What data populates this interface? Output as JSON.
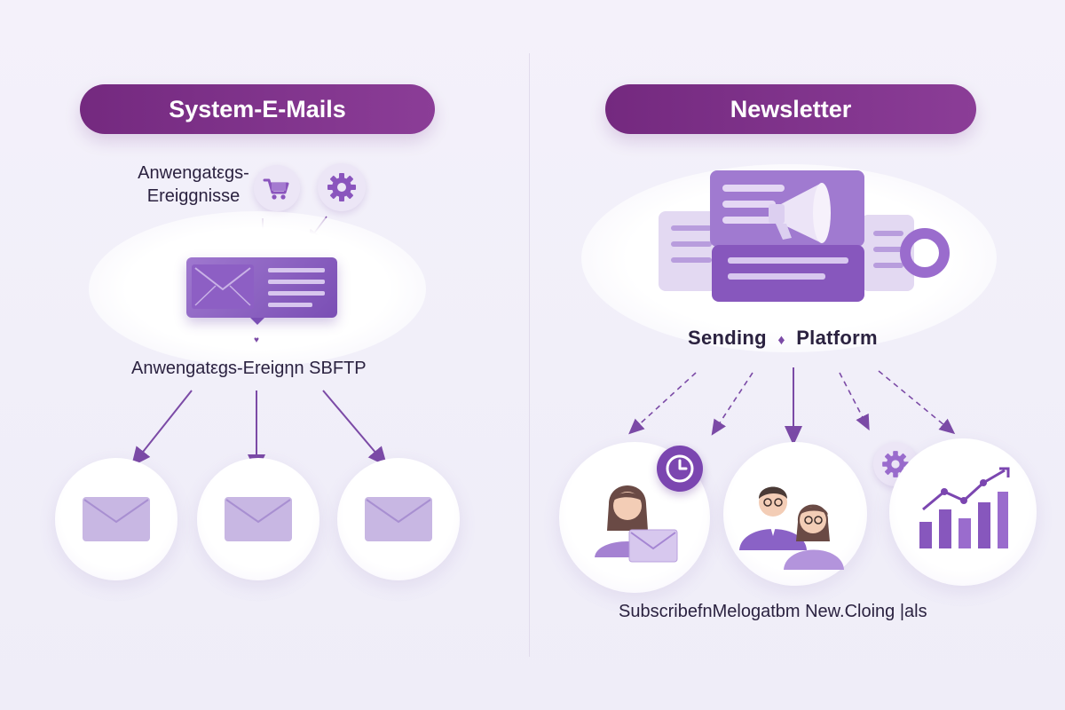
{
  "left": {
    "title": "System-E-Mails",
    "events_line1": "Anwengatεgs-",
    "events_line2": "Ereiggnisse",
    "server_label": "Anwengatεgs-Ereigηn SBFTP"
  },
  "right": {
    "title": "Newsletter",
    "platform_label_a": "Sending",
    "platform_label_b": "Platform",
    "bottom_label": "SubscribefnMelogatbm New.Cloing |als"
  },
  "icons": {
    "cart": "cart-icon",
    "gear": "gear-icon",
    "mail": "envelope-icon",
    "megaphone": "megaphone-icon",
    "chart": "bar-chart-icon",
    "clock": "clock-icon"
  },
  "colors": {
    "accent": "#7a2c88",
    "accent_light": "#9b6ac8",
    "text": "#2b2240",
    "arrow": "#7b4aa6"
  }
}
